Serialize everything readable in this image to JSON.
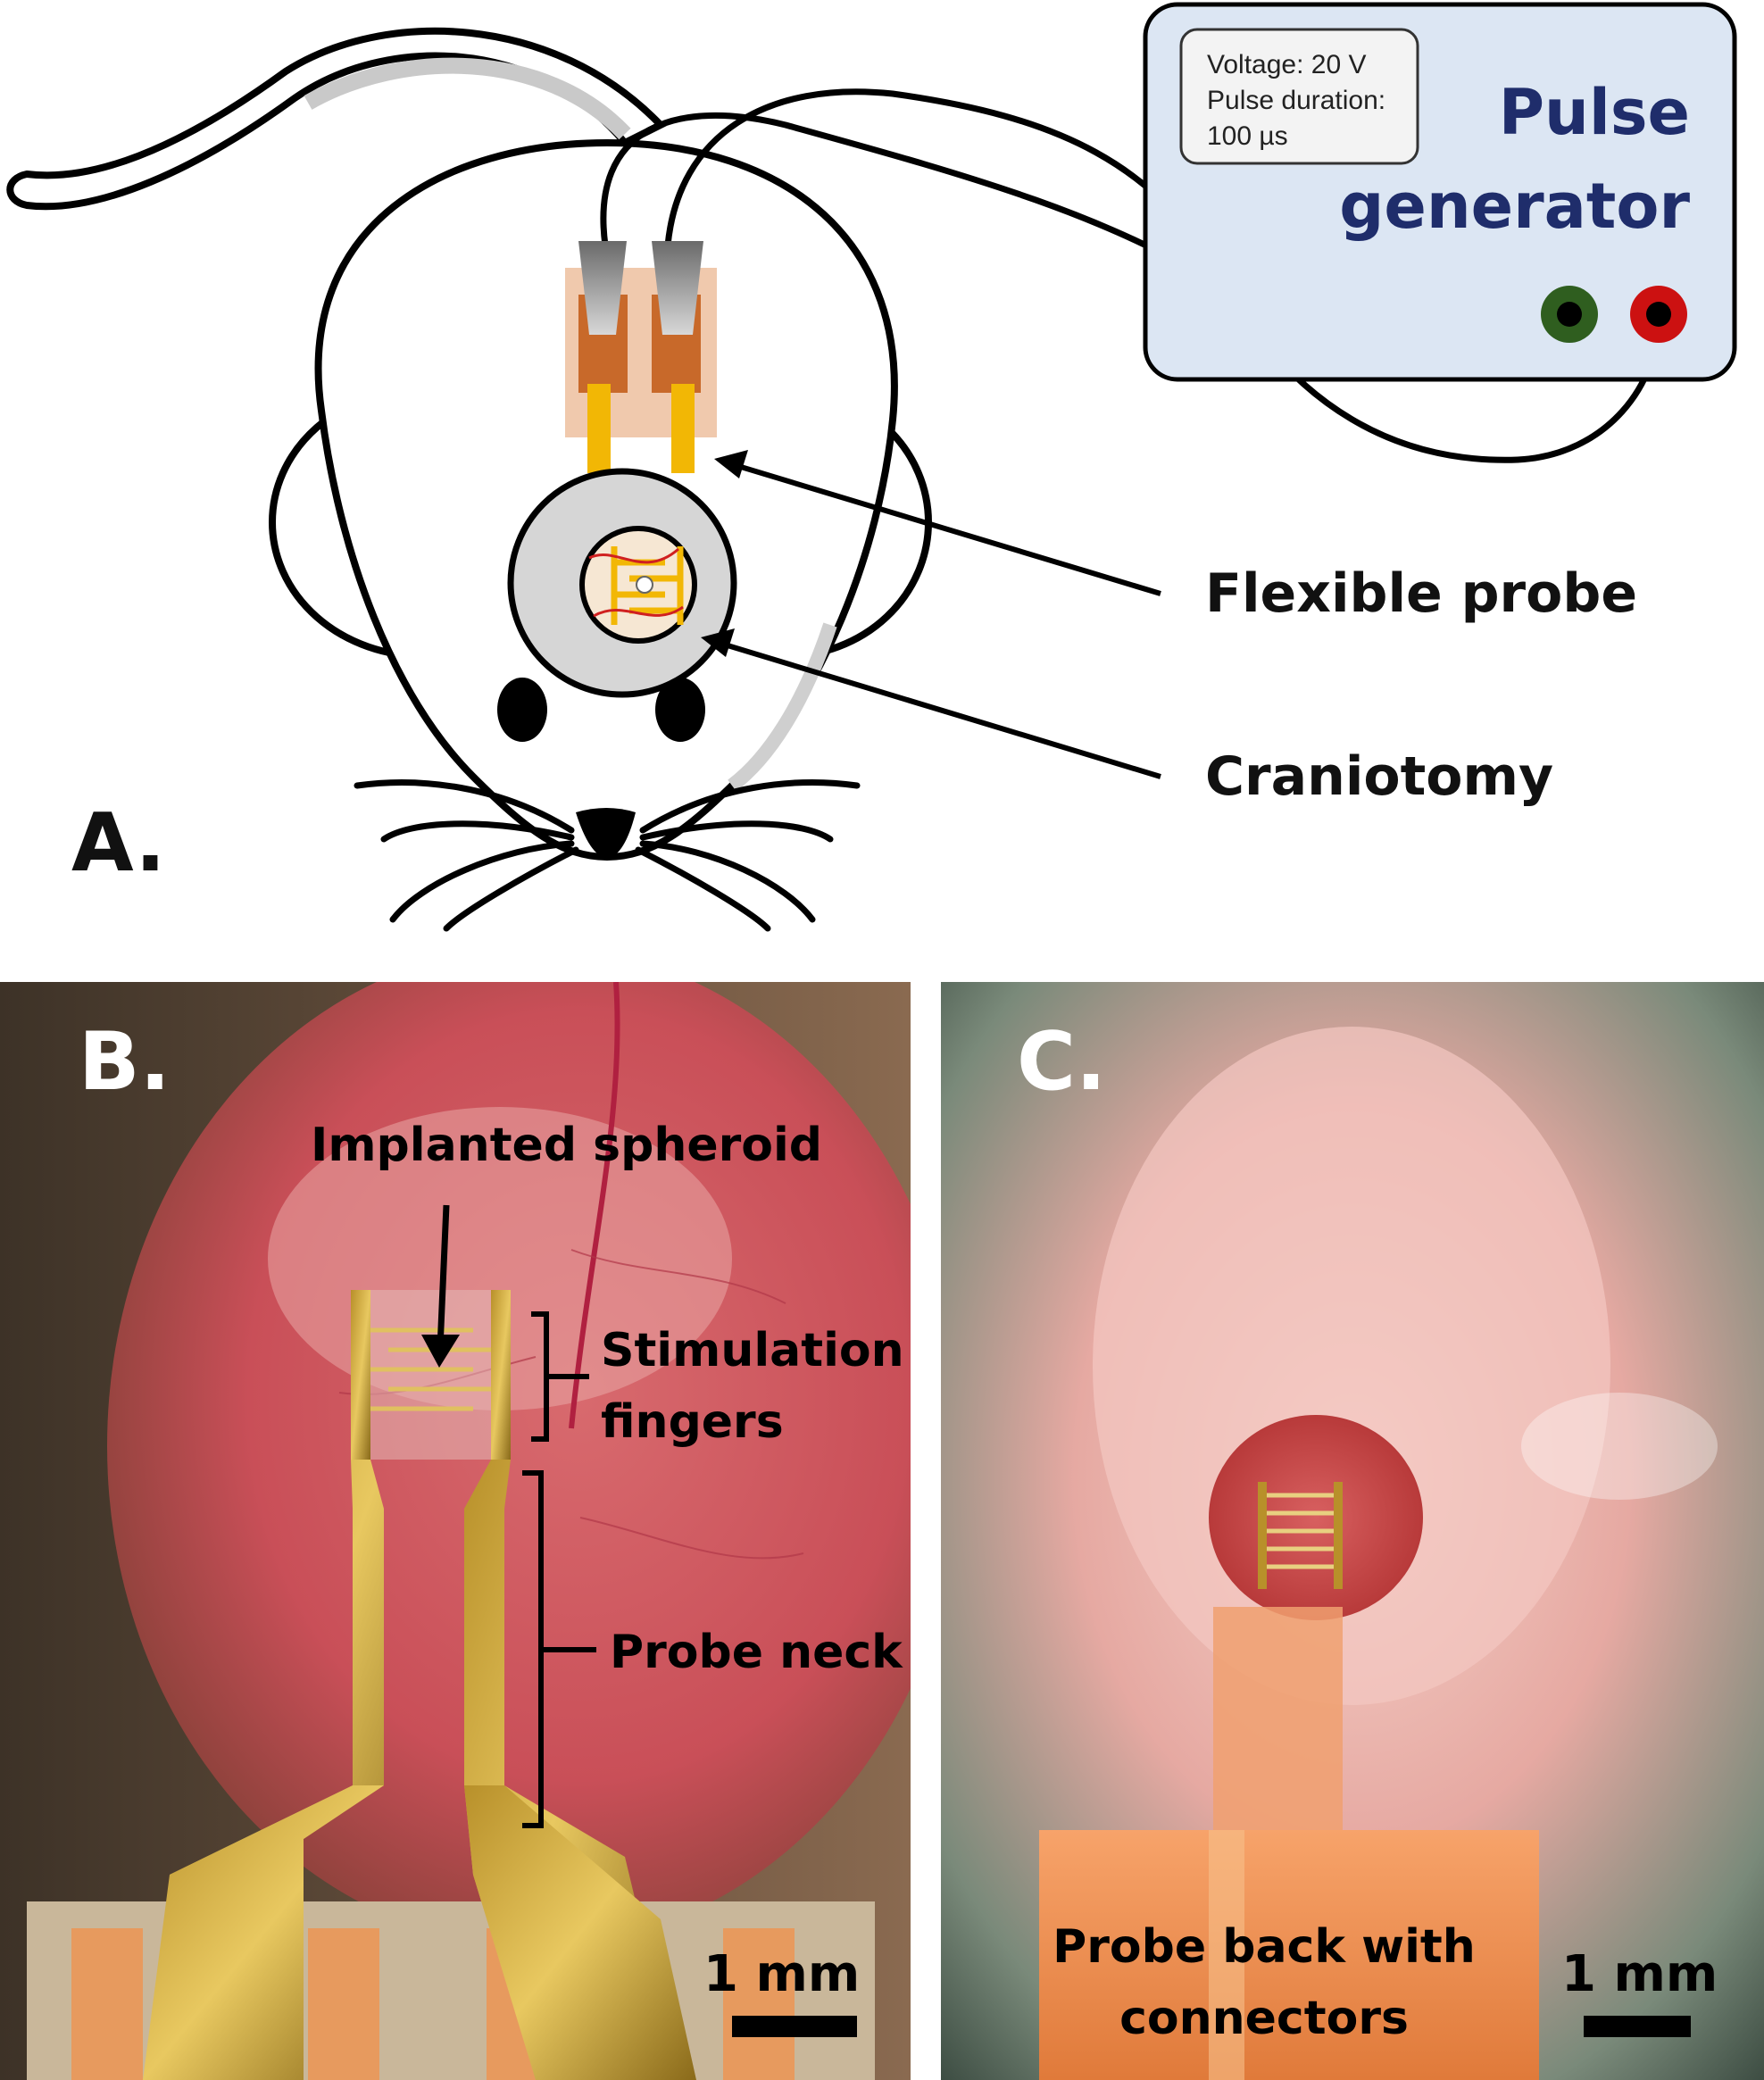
{
  "panel_a": {
    "letter": "A.",
    "settings": {
      "voltage": "Voltage: 20 V",
      "pulse_duration": "Pulse duration:",
      "pulse_value": "100 µs"
    },
    "generator_line1": "Pulse",
    "generator_line2": "generator",
    "flexible_probe": "Flexible probe",
    "craniotomy": "Craniotomy"
  },
  "panel_b": {
    "letter": "B.",
    "implanted_spheroid": "Implanted spheroid",
    "stimulation_line1": "Stimulation",
    "stimulation_line2": "fingers",
    "probe_neck": "Probe neck",
    "scale": "1 mm"
  },
  "panel_c": {
    "letter": "C.",
    "back_line1": "Probe back with",
    "back_line2": "connectors",
    "scale": "1 mm"
  },
  "colors": {
    "generator_fill": "#dce6f3",
    "generator_text": "#1f2d6b",
    "probe_copper": "#c8692a",
    "probe_gold": "#f2b705",
    "terminal_green": "#2f5e1f",
    "terminal_red": "#cc1111",
    "tissue_red": "#d05058"
  }
}
